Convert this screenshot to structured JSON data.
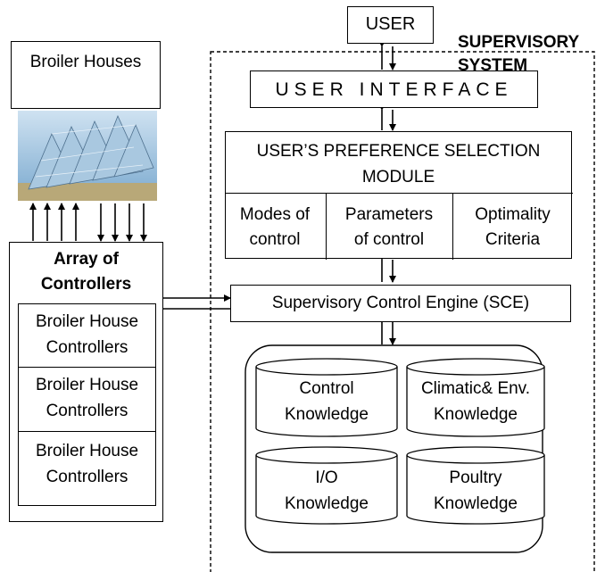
{
  "supervisory_system": {
    "label_line1": "SUPERVISORY",
    "label_line2": "SYSTEM"
  },
  "user": {
    "label": "USER"
  },
  "user_interface": {
    "label": "USER INTERFACE"
  },
  "preference_module": {
    "title_line1": "USER’S PREFERENCE SELECTION",
    "title_line2": "MODULE",
    "cells": [
      {
        "line1": "Modes of",
        "line2": "control"
      },
      {
        "line1": "Parameters",
        "line2": "of control"
      },
      {
        "line1": "Optimality",
        "line2": "Criteria"
      }
    ]
  },
  "sce": {
    "label": "Supervisory Control Engine (SCE)"
  },
  "knowledge_bases": [
    {
      "line1": "Control",
      "line2": "Knowledge"
    },
    {
      "line1": "Climatic& Env.",
      "line2": "Knowledge"
    },
    {
      "line1": "I/O",
      "line2": "Knowledge"
    },
    {
      "line1": "Poultry",
      "line2": "Knowledge"
    }
  ],
  "broiler_houses": {
    "label": "Broiler Houses"
  },
  "controllers": {
    "title_line1": "Array of",
    "title_line2": "Controllers",
    "items": [
      {
        "line1": "Broiler House",
        "line2": "Controllers"
      },
      {
        "line1": "Broiler House",
        "line2": "Controllers"
      },
      {
        "line1": "Broiler House",
        "line2": "Controllers"
      }
    ]
  },
  "colors": {
    "line": "#000000",
    "greenhouse_sky": "#7aa9cf",
    "greenhouse_glass": "#a9c8e0",
    "ground": "#b8a878"
  }
}
